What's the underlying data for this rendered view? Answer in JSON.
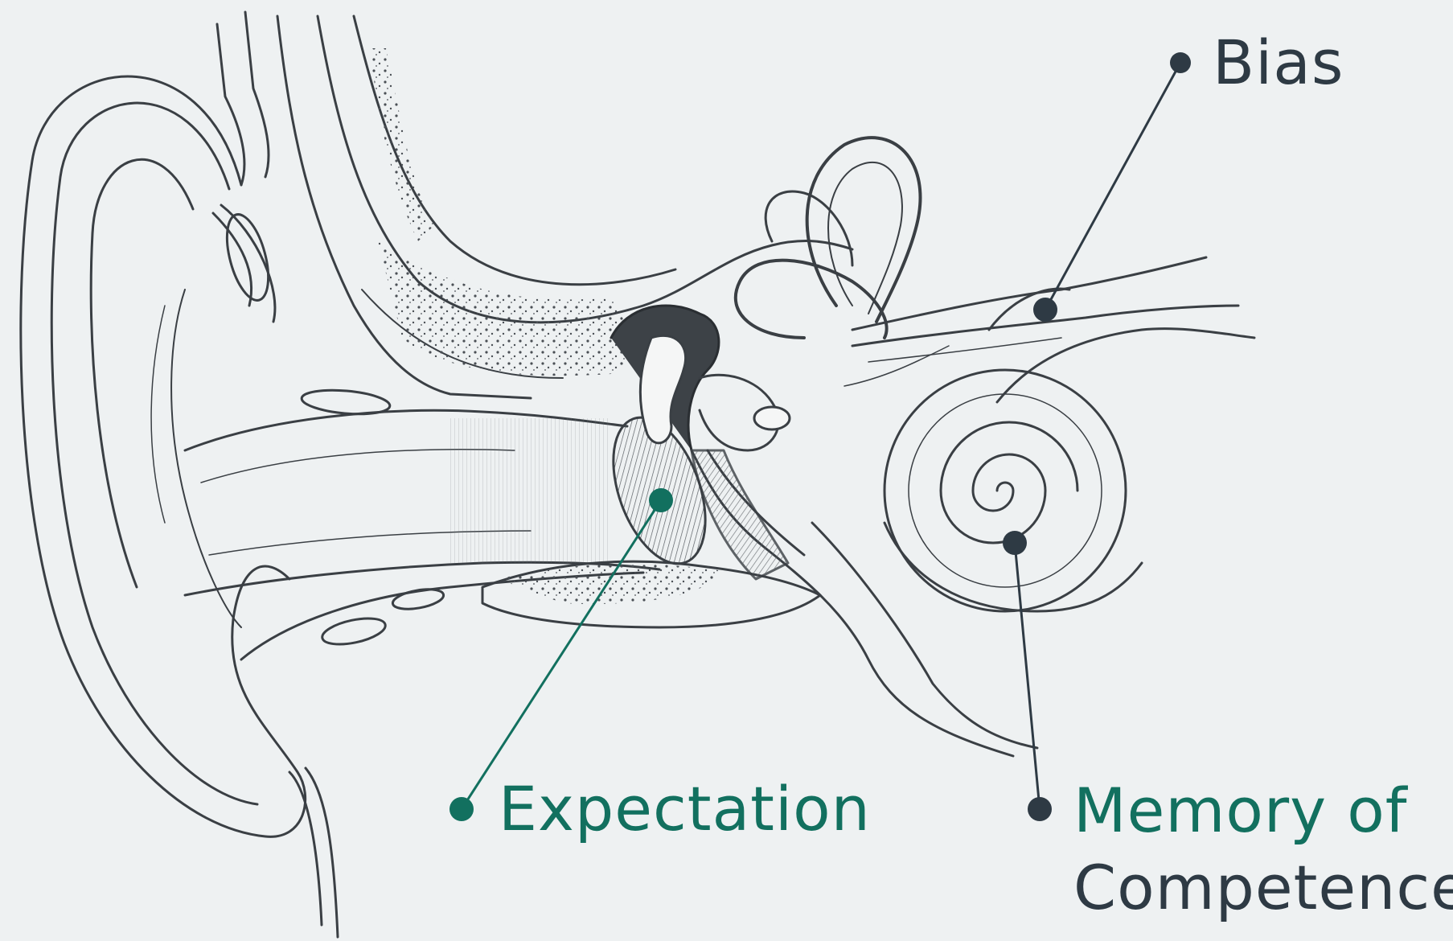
{
  "labels": {
    "bias": "Bias",
    "expectation": "Expectation",
    "memory_line1": "Memory of",
    "memory_line2": "Competence"
  },
  "colors": {
    "background": "#eef1f2",
    "ink": "#2e3a44",
    "accent": "#12705f",
    "line_art": "#3a3f44"
  },
  "icons": {
    "illustration": "ear-anatomy-icon"
  }
}
